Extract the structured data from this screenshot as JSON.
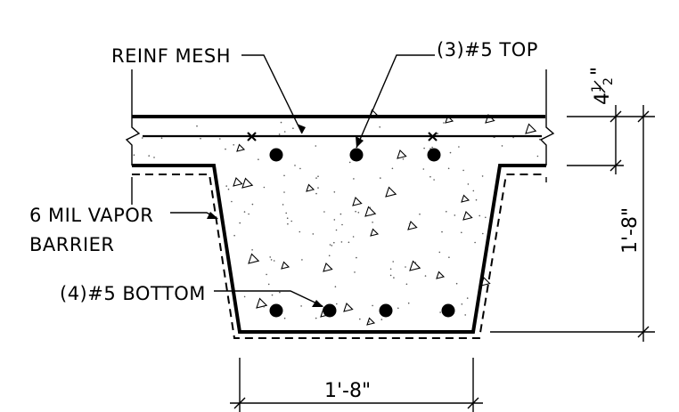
{
  "labels": {
    "reinf_mesh": "REINF MESH",
    "top_bars": "(3)#5 TOP",
    "vapor_line1": "6 MIL VAPOR",
    "vapor_line2": "BARRIER",
    "bottom_bars": "(4)#5 BOTTOM"
  },
  "dimensions": {
    "slab_thickness_whole": "4",
    "slab_thickness_num": "1",
    "slab_thickness_den": "2",
    "slab_thickness_inch": "\"",
    "footing_depth": "1'-8\"",
    "footing_width": "1'-8\""
  },
  "rebar": {
    "top_count": 3,
    "bottom_count": 4
  },
  "colors": {
    "ink": "#000000",
    "background": "#ffffff"
  }
}
